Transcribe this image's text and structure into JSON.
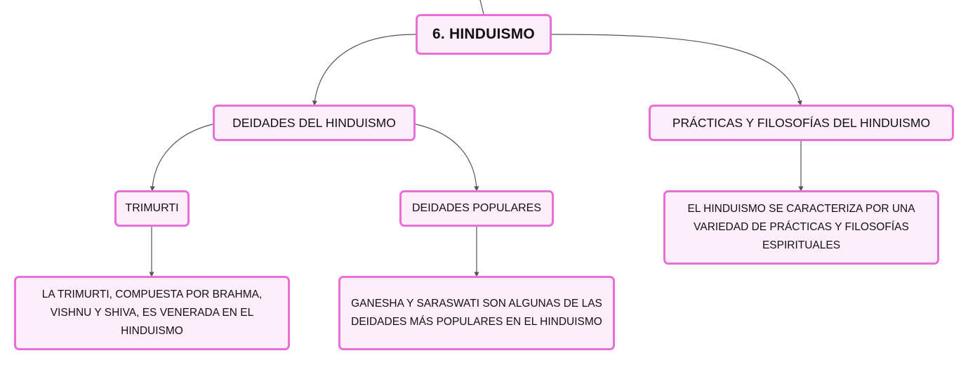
{
  "diagram": {
    "root": {
      "label": "6. HINDUISMO"
    },
    "branches": [
      {
        "label": "DEIDADES DEL HINDUISMO",
        "children": [
          {
            "label": "TRIMURTI",
            "detail": "LA TRIMURTI, COMPUESTA POR BRAHMA, VISHNU Y SHIVA, ES VENERADA EN EL HINDUISMO"
          },
          {
            "label": "DEIDADES POPULARES",
            "detail": "GANESHA Y SARASWATI SON ALGUNAS DE LAS DEIDADES MÁS POPULARES EN EL HINDUISMO"
          }
        ]
      },
      {
        "label": "PRÁCTICAS Y FILOSOFÍAS DEL HINDUISMO",
        "detail": "EL HINDUISMO SE CARACTERIZA POR UNA VARIEDAD DE PRÁCTICAS Y FILOSOFÍAS ESPIRITUALES"
      }
    ]
  },
  "colors": {
    "node_fill": "#fdeefb",
    "node_border": "#e86fd8",
    "connector": "#555555",
    "text": "#111111"
  }
}
